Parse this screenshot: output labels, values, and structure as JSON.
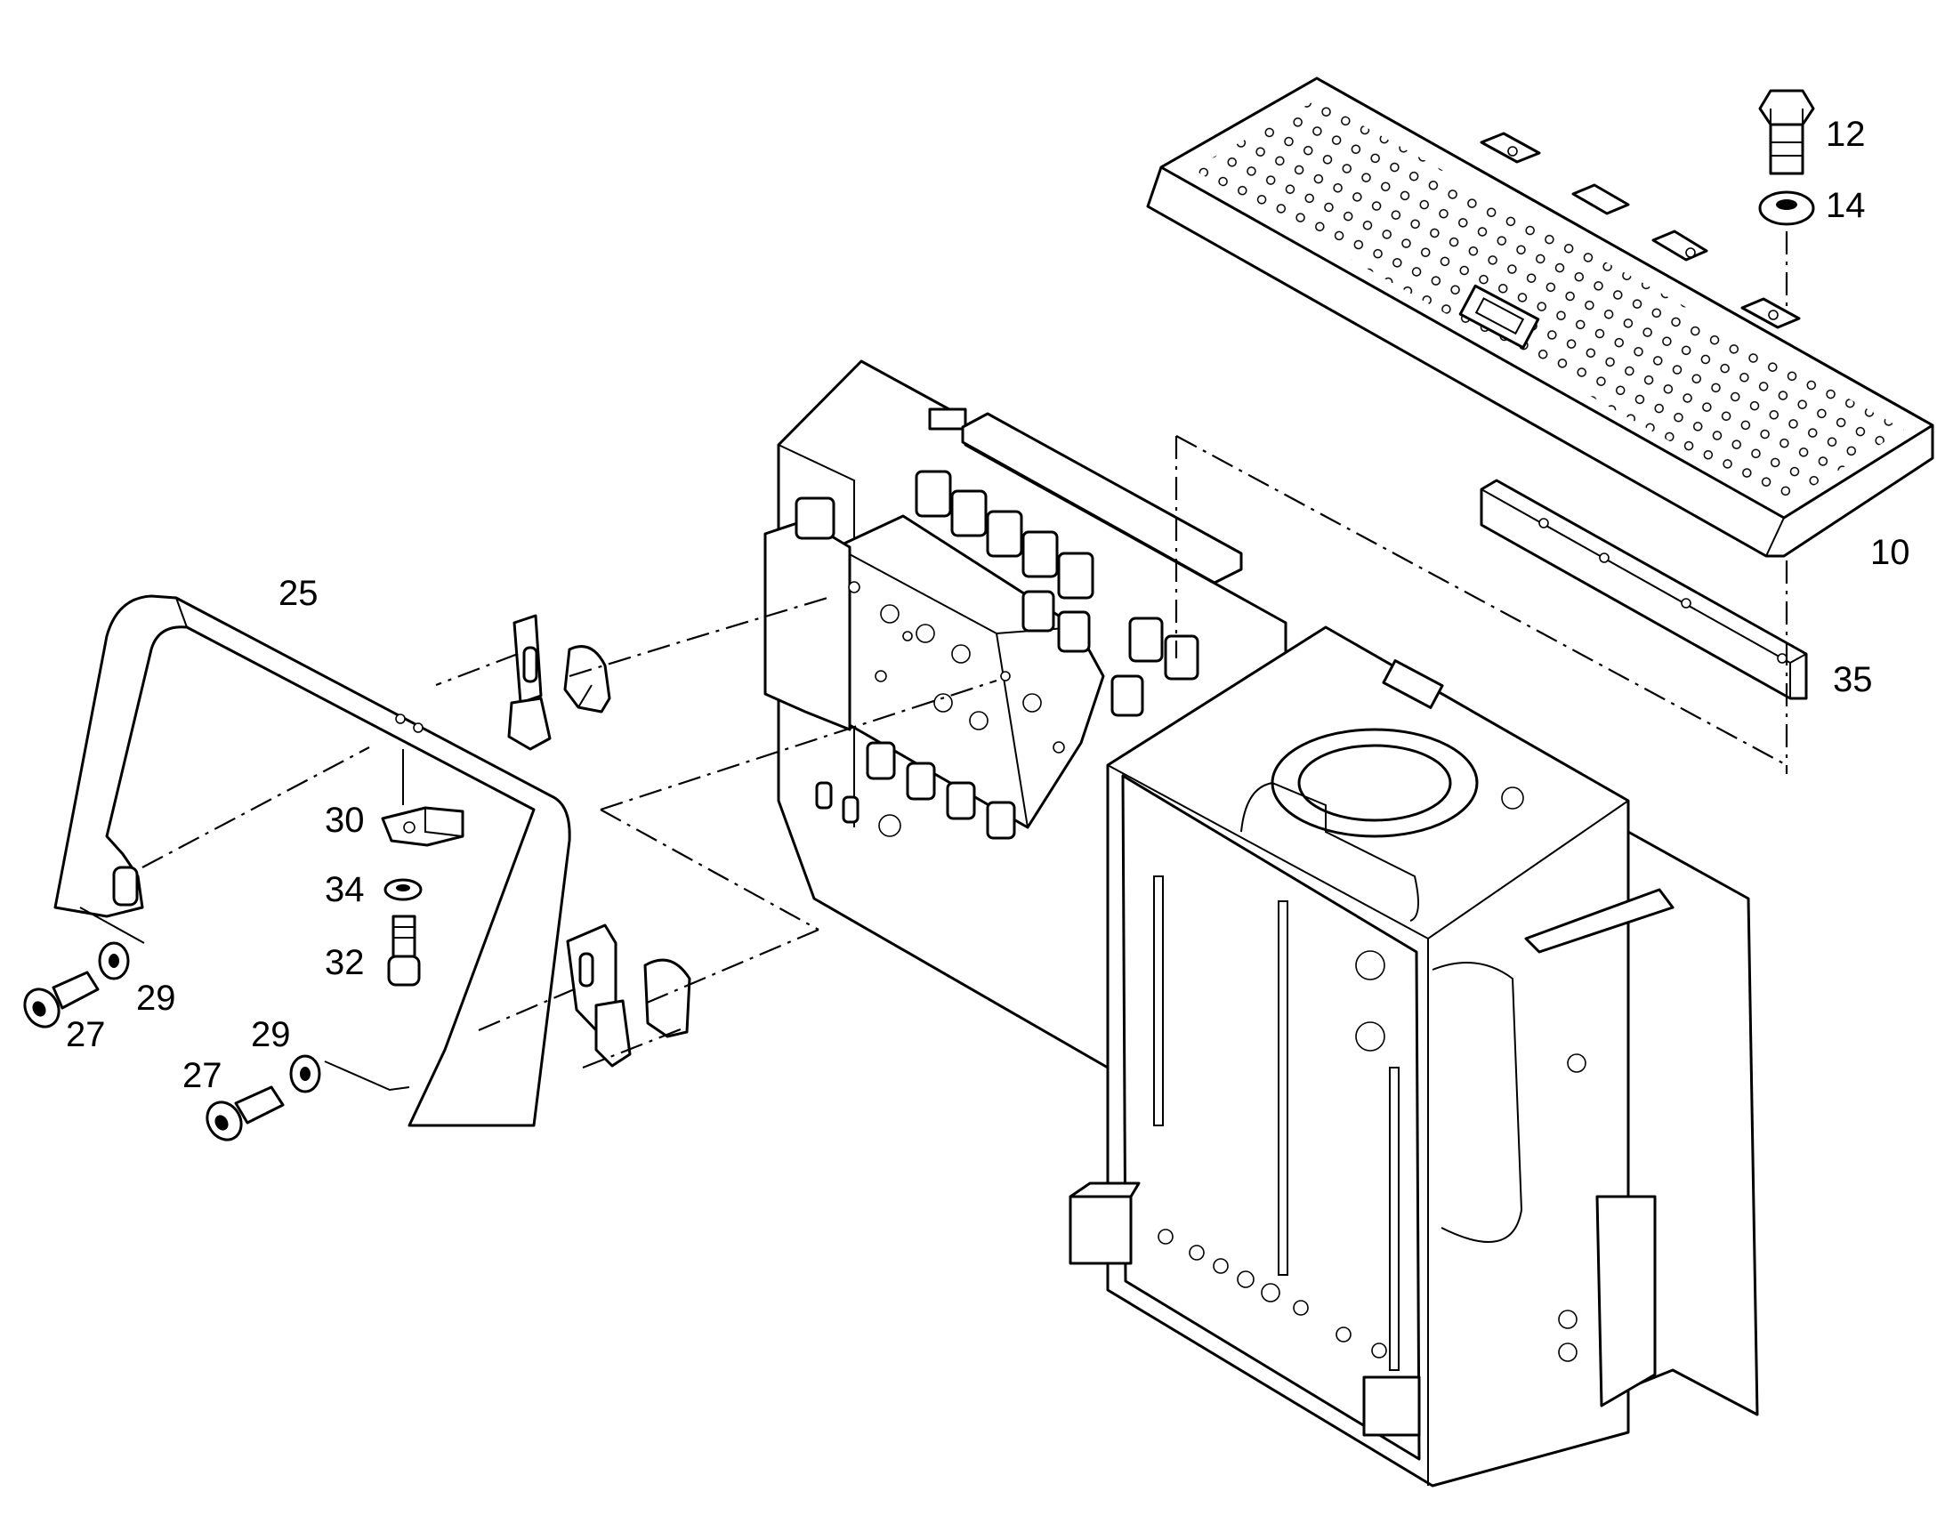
{
  "diagram": {
    "callouts": {
      "c10": "10",
      "c12": "12",
      "c14": "14",
      "c25": "25",
      "c27a": "27",
      "c27b": "27",
      "c29a": "29",
      "c29b": "29",
      "c30": "30",
      "c32": "32",
      "c34": "34",
      "c35": "35"
    }
  }
}
